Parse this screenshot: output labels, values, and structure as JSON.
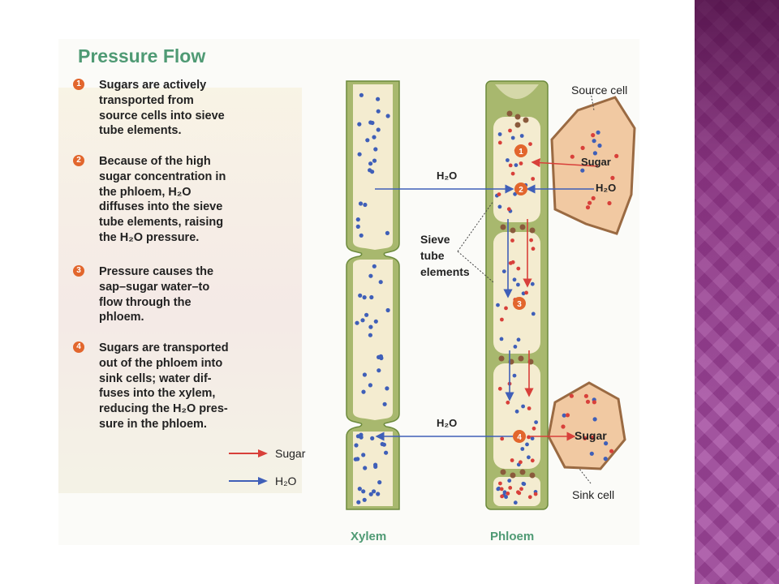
{
  "diagram": {
    "title": "Pressure Flow",
    "steps": [
      {
        "number": "1",
        "text": "Sugars are actively\ntransported from\nsource cells into sieve\ntube elements."
      },
      {
        "number": "2",
        "text": "Because of the high\nsugar concentration in\nthe phloem, H₂O\ndiffuses into the sieve\ntube elements, raising\nthe H₂O pressure."
      },
      {
        "number": "3",
        "text": "Pressure causes the\nsap–sugar water–to\nflow through the\nphloem."
      },
      {
        "number": "4",
        "text": "Sugars are transported\nout of the phloem into\nsink cells; water dif-\nfuses into the xylem,\nreducing the H₂O pres-\nsure in the phloem."
      }
    ],
    "legend": [
      {
        "label": "Sugar",
        "color": "#d8403a"
      },
      {
        "label": "H₂O",
        "color": "#3f5fb8"
      }
    ],
    "labels": {
      "source_cell": "Source cell",
      "sink_cell": "Sink cell",
      "sieve_tube_elements": "Sieve\ntube\nelements",
      "h2o_top": "H₂O",
      "h2o_bottom": "H₂O",
      "source_sugar": "Sugar",
      "source_h2o": "H₂O",
      "sink_sugar": "Sugar",
      "xylem": "Xylem",
      "phloem": "Phloem"
    },
    "markers": [
      "1",
      "2",
      "3",
      "4"
    ],
    "colors": {
      "title": "#4f9a74",
      "step_marker": "#e2662d",
      "sugar": "#d8403a",
      "water": "#3f5fb8",
      "vessel_wall": "#8fa858",
      "vessel_fill": "#f4ecd0",
      "source_cell_fill": "#f1c9a2",
      "source_cell_border": "#9a6a42",
      "slide_accent": "#a0459c"
    }
  }
}
